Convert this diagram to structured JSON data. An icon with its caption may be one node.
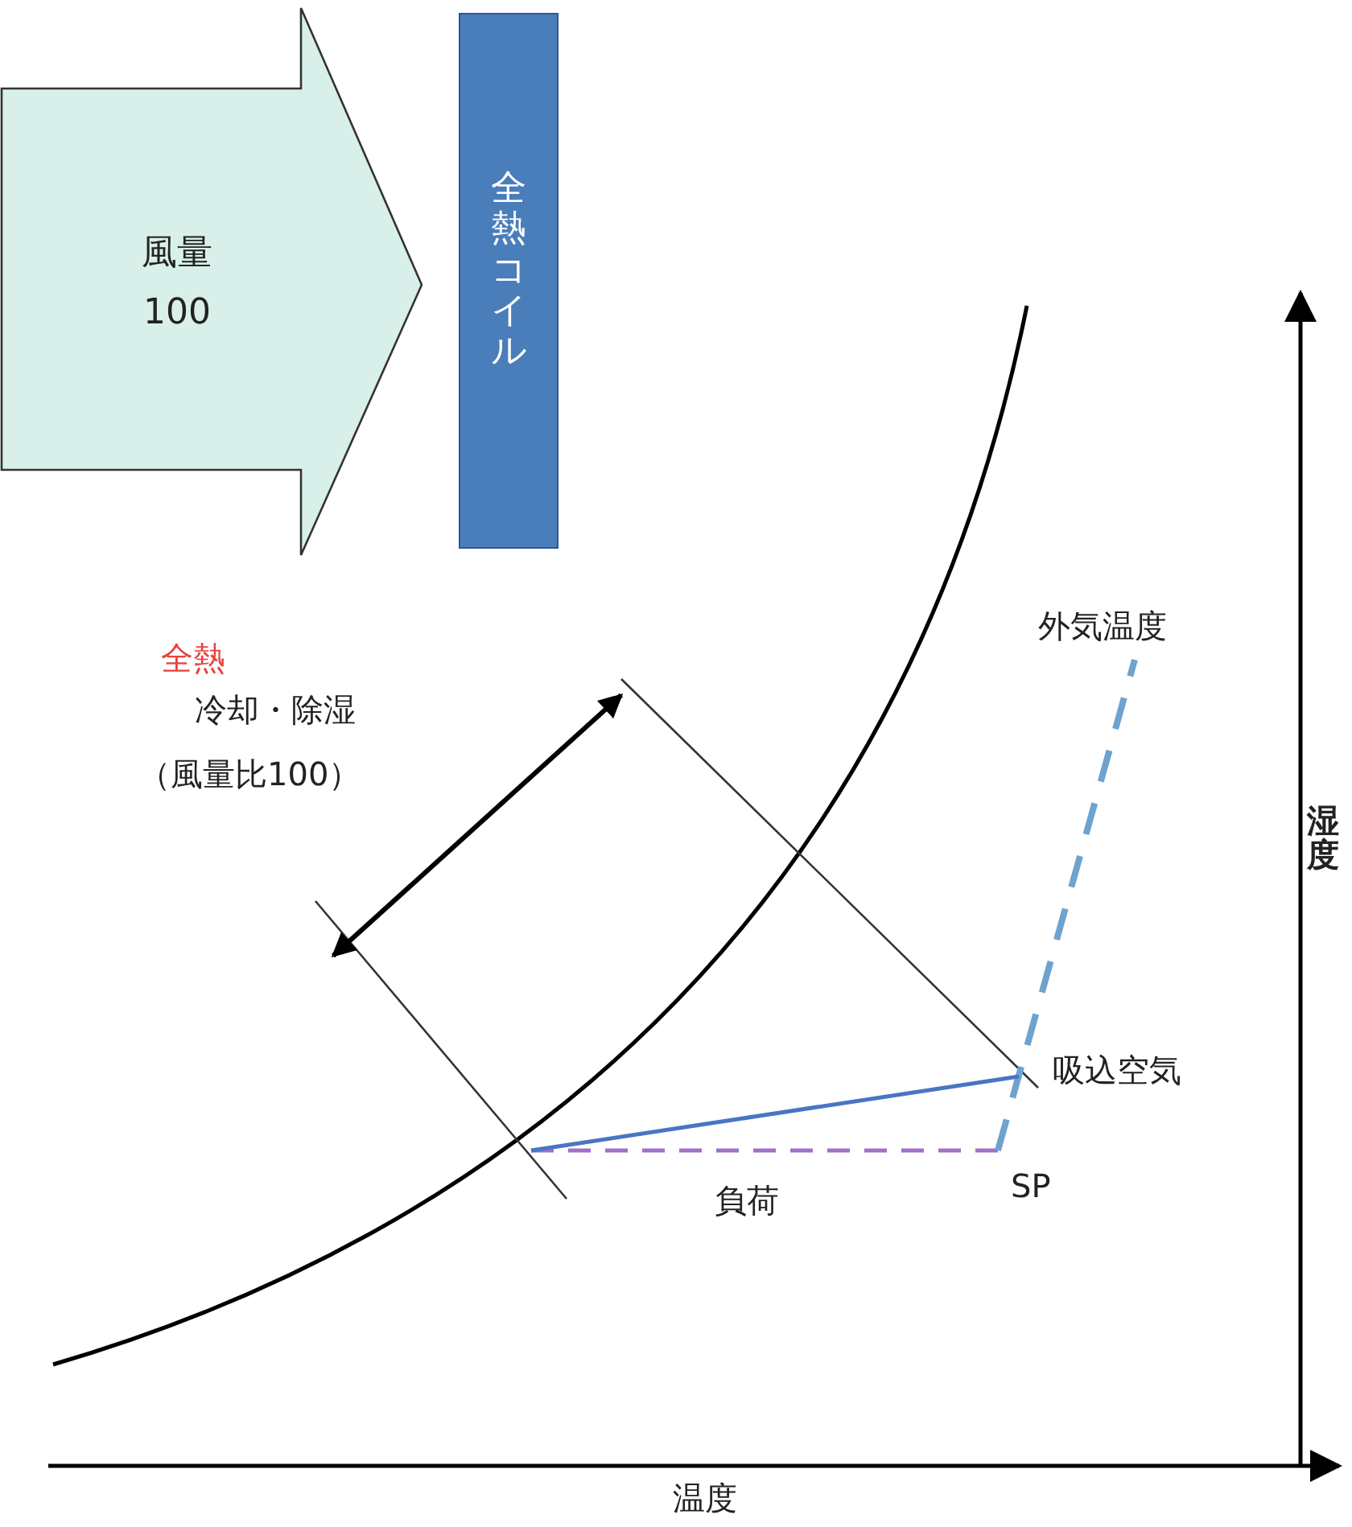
{
  "diagram": {
    "nodes": [
      {
        "text": [
          "風量",
          "100"
        ]
      },
      {
        "text": [
          "全熱コイル"
        ]
      }
    ],
    "labels": [
      "全熱",
      "冷却・除湿",
      "（風量比100）",
      "外気温度",
      "湿度",
      "吸込空気",
      "負荷",
      "SP",
      "温度"
    ]
  }
}
